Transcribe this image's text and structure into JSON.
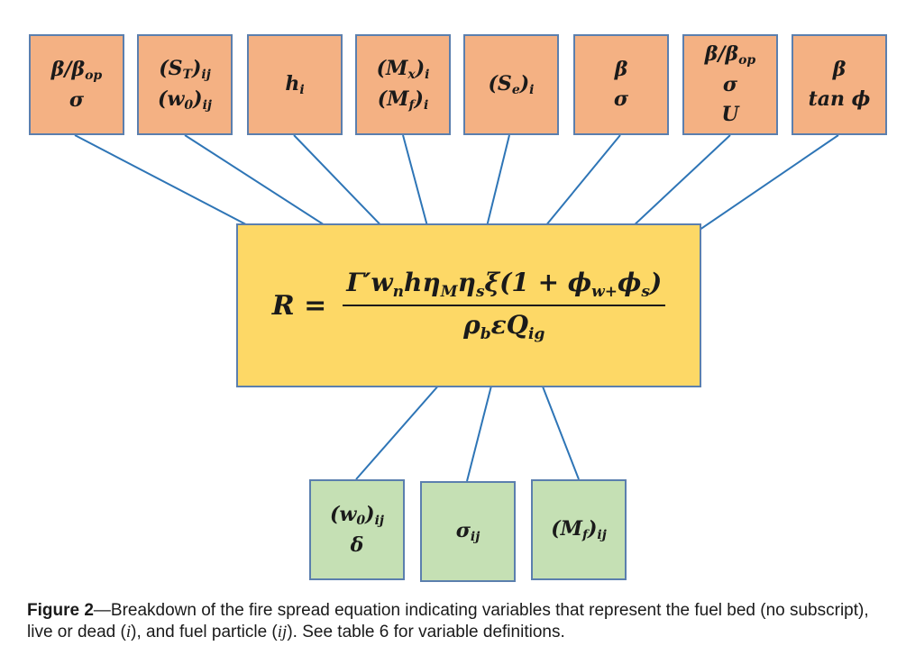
{
  "colors": {
    "top_box_fill": "#f4b183",
    "bottom_box_fill": "#c5e0b4",
    "center_box_fill": "#fdd866",
    "box_border": "#5b7fae",
    "arrow": "#2e75b6"
  },
  "top_boxes": [
    {
      "id": "box-1",
      "lines": [
        "β/β_op",
        "σ"
      ]
    },
    {
      "id": "box-2",
      "lines": [
        "(S_T)_ij",
        "(w_0)_ij"
      ]
    },
    {
      "id": "box-3",
      "lines": [
        "h_i"
      ]
    },
    {
      "id": "box-4",
      "lines": [
        "(M_x)_i",
        "(M_f)_i"
      ]
    },
    {
      "id": "box-5",
      "lines": [
        "(S_e)_i"
      ]
    },
    {
      "id": "box-6",
      "lines": [
        "β",
        "σ"
      ]
    },
    {
      "id": "box-7",
      "lines": [
        "β/β_op",
        "σ",
        "U"
      ]
    },
    {
      "id": "box-8",
      "lines": [
        "β",
        "tan ϕ"
      ]
    }
  ],
  "bottom_boxes": [
    {
      "id": "box-9",
      "lines": [
        "(w_0)_ij",
        "δ"
      ]
    },
    {
      "id": "box-10",
      "lines": [
        "σ_ij"
      ]
    },
    {
      "id": "box-11",
      "lines": [
        "(M_f)_ij"
      ]
    }
  ],
  "equation": {
    "lhs": "R =",
    "numerator": "Γ′w_n hη_M η_s ξ(1 + ϕ_w+ ϕ_s)",
    "denominator": "ρ_b εQ_ig"
  },
  "caption": {
    "label": "Figure 2",
    "text_1": "—Breakdown of the fire spread equation indicating variables that represent the fuel bed (no subscript), live or dead (",
    "live_dead_sub": "i",
    "text_2": "), and fuel particle (",
    "particle_sub": "ij",
    "text_3": "). See table 6 for variable definitions."
  }
}
